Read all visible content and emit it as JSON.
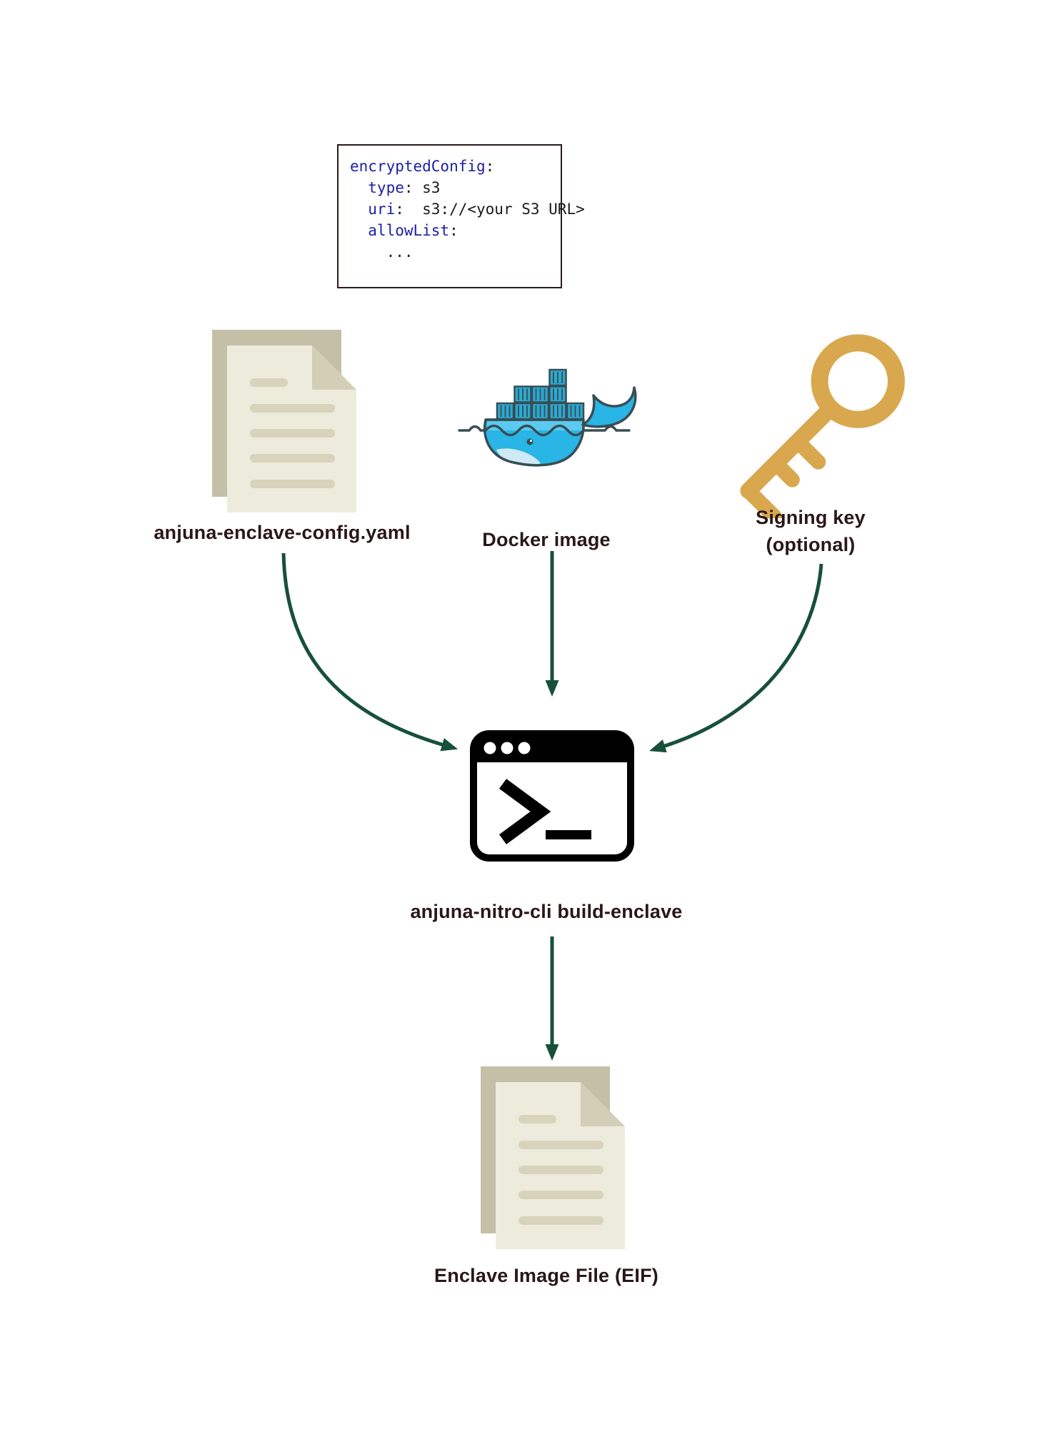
{
  "code_box": {
    "lines": [
      {
        "indent": "",
        "key": "encryptedConfig",
        "punct": ":",
        "value": ""
      },
      {
        "indent": "  ",
        "key": "type",
        "punct": ":",
        "value": " s3"
      },
      {
        "indent": "  ",
        "key": "uri",
        "punct": ":",
        "value": "  s3://<your S3 URL>"
      },
      {
        "indent": "  ",
        "key": "allowList",
        "punct": ":",
        "value": ""
      },
      {
        "indent": "    ",
        "key": "",
        "punct": "",
        "value": "..."
      }
    ],
    "colors": {
      "key": "#1e1ea6",
      "value": "#1a1a1a",
      "border": "#2b1a1a"
    }
  },
  "nodes": {
    "config_file": {
      "label": "anjuna-enclave-config.yaml",
      "icon": "yaml-file-icon"
    },
    "docker": {
      "label": "Docker image",
      "icon": "docker-whale-icon"
    },
    "signing_key": {
      "label_line1": "Signing key",
      "label_line2": "(optional)",
      "icon": "signing-key-icon"
    },
    "cli": {
      "label": "anjuna-nitro-cli build-enclave",
      "icon": "terminal-icon"
    },
    "eif": {
      "label": "Enclave Image File (EIF)",
      "icon": "eif-file-icon"
    }
  },
  "colors": {
    "arrow_green": "#17503a",
    "label_text": "#2a1718",
    "key_gold": "#d9a84e",
    "doc_back": "#c4bfa7",
    "doc_front": "#edebdc",
    "doc_fold": "#d3ceb6",
    "doc_lines": "#d8d3bb",
    "docker_blue": "#29b5e5",
    "docker_outline": "#394d54",
    "terminal_black": "#000000"
  }
}
